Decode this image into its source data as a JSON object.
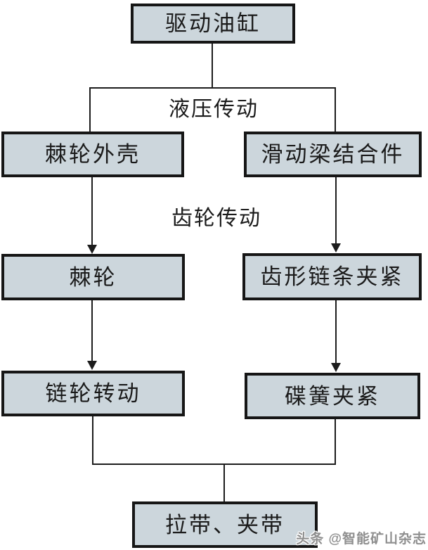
{
  "colors": {
    "box_fill": "#ccd6dc",
    "box_border": "#161616",
    "line": "#1c1c1c",
    "text": "#1a1a1a",
    "watermark": "#8f8f8f"
  },
  "diagram": {
    "type": "flowchart",
    "boxes": {
      "drive_cylinder": "驱动油缸",
      "ratchet_housing": "棘轮外壳",
      "sliding_beam_assembly": "滑动梁结合件",
      "ratchet": "棘轮",
      "toothed_chain_clamp": "齿形链条夹紧",
      "sprocket_rotation": "链轮转动",
      "disc_spring_clamp": "碟簧夹紧",
      "belt_pull_and_clamp": "拉带、夹带"
    },
    "edge_labels": {
      "hydraulic_drive": "液压传动",
      "gear_drive": "齿轮传动"
    },
    "flow": [
      "驱动油缸 -(液压传动)-> 棘轮外壳",
      "驱动油缸 -(液压传动)-> 滑动梁结合件",
      "棘轮外壳 -(齿轮传动)-> 棘轮",
      "滑动梁结合件 -(齿轮传动)-> 齿形链条夹紧",
      "棘轮 -> 链轮转动",
      "齿形链条夹紧 -> 碟簧夹紧",
      "链轮转动 -> 拉带、夹带",
      "碟簧夹紧 -> 拉带、夹带"
    ]
  },
  "watermark": {
    "text": "头条 @智能矿山杂志"
  }
}
